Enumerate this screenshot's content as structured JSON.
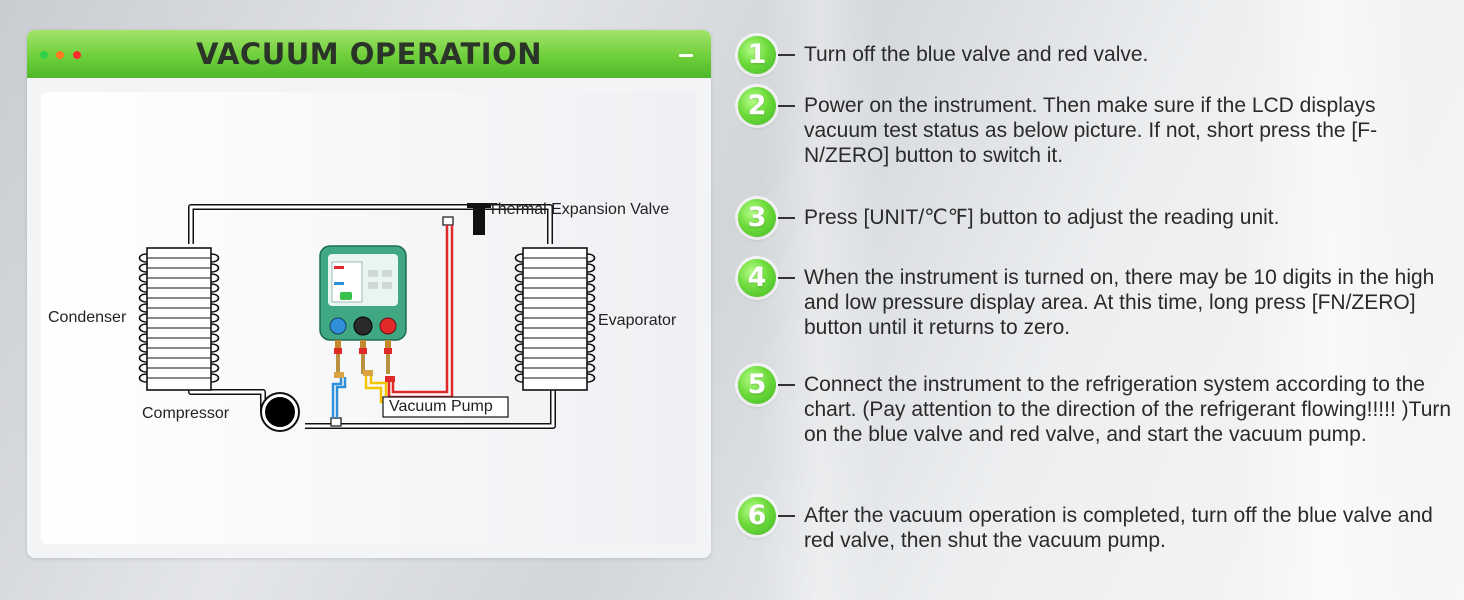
{
  "panel": {
    "title": "VACUUM OPERATION"
  },
  "diagram": {
    "labels": {
      "condenser": "Condenser",
      "evaporator": "Evaporator",
      "compressor": "Compressor",
      "thermal_expansion_valve": "Thermal Expansion Valve",
      "vacuum_pump": "Vacuum Pump"
    },
    "colors": {
      "pipe_black": "#111111",
      "hose_red": "#e02a2a",
      "hose_blue": "#2f8fd8",
      "hose_yellow": "#f4c400",
      "gauge_body": "#3fa882",
      "accent_green": "#5fcb35"
    }
  },
  "steps": [
    {
      "number": "1",
      "text": "Turn off the blue valve and red valve."
    },
    {
      "number": "2",
      "text": "Power on the instrument. Then make sure if the LCD displays vacuum test status as below picture. If not, short press the [F-N/ZERO] button to switch it."
    },
    {
      "number": "3",
      "text": "Press [UNIT/℃℉] button to adjust the reading unit."
    },
    {
      "number": "4",
      "text": "When the instrument is turned on, there may be 10 digits in the high and low pressure display area. At this time, long press [FN/ZERO] button until it returns to zero."
    },
    {
      "number": "5",
      "text": "Connect the instrument to the refrigeration system according to the chart. (Pay attention to the direction of the refrigerant flowing!!!!! )Turn on the blue valve and red valve, and start the vacuum pump."
    },
    {
      "number": "6",
      "text": "After the vacuum operation is completed, turn off the blue valve and red valve, then shut the vacuum pump."
    }
  ]
}
